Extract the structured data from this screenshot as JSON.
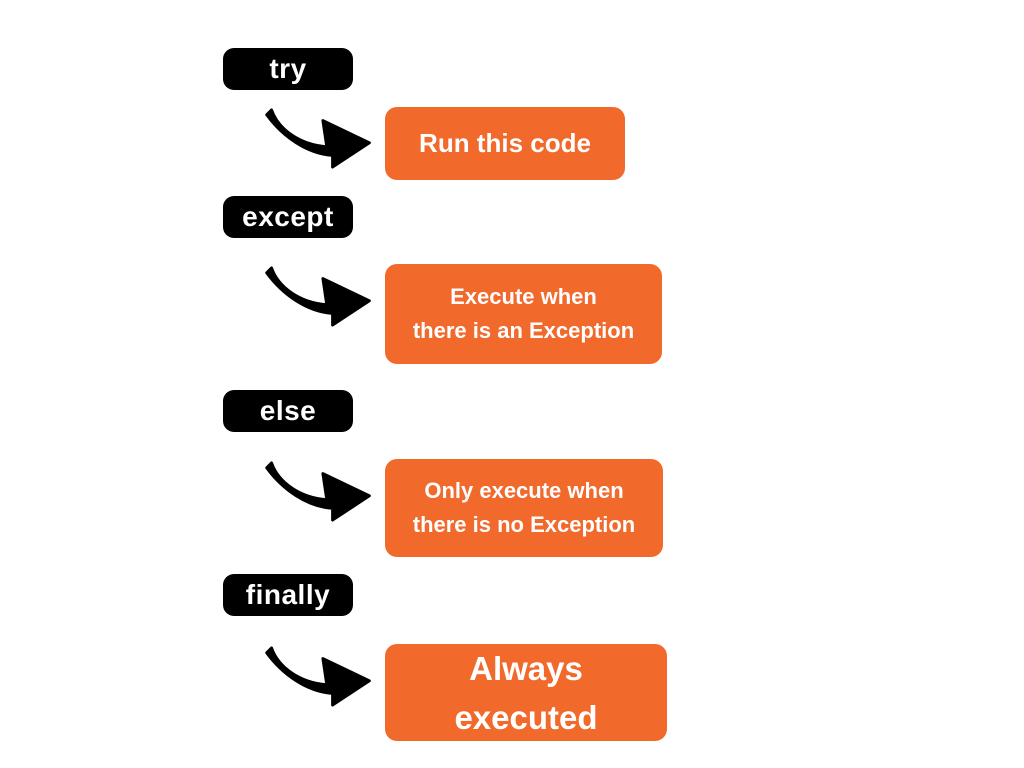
{
  "colors": {
    "page_bg": "#ffffff",
    "keyword_bg": "#000000",
    "keyword_text": "#ffffff",
    "callout_bg": "#f2692c",
    "callout_text": "#ffffff",
    "arrow": "#000000"
  },
  "rows": [
    {
      "keyword": "try",
      "lines": [
        "Run this code"
      ]
    },
    {
      "keyword": "except",
      "lines": [
        "Execute when",
        "there is an Exception"
      ]
    },
    {
      "keyword": "else",
      "lines": [
        "Only execute when",
        "there is no Exception"
      ]
    },
    {
      "keyword": "finally",
      "lines": [
        "Always",
        "executed"
      ]
    }
  ]
}
